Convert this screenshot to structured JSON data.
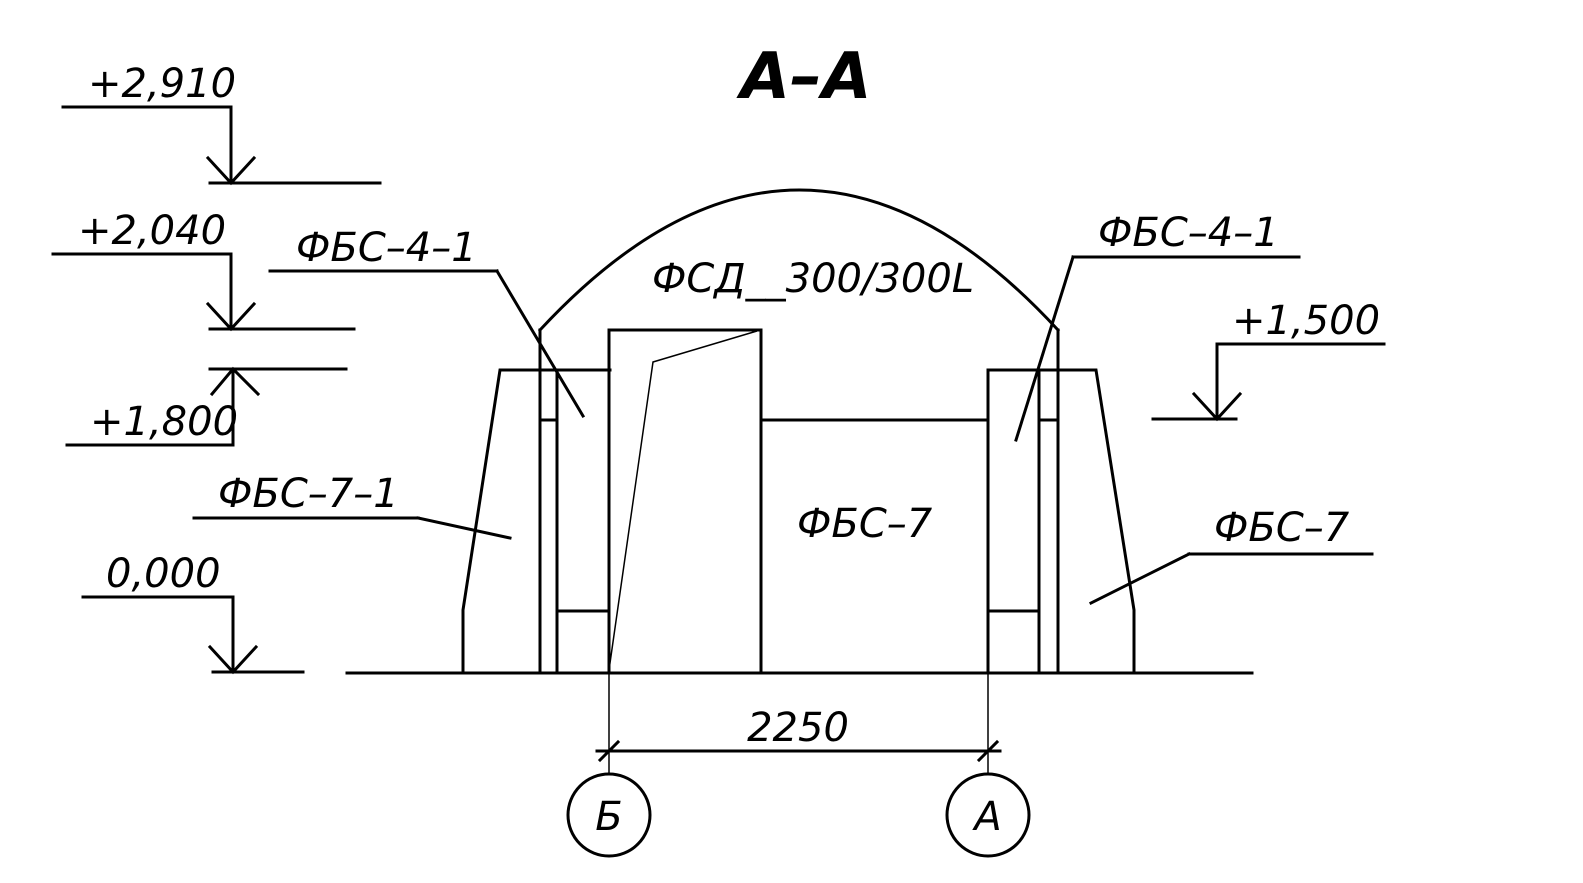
{
  "title": "А–А",
  "elevations": {
    "e2910": "+2,910",
    "e2040": "+2,040",
    "e1800": "+1,800",
    "e0000": "0,000",
    "e1500": "+1,500"
  },
  "labels": {
    "fbs41_left": "ФБС–4–1",
    "fbs41_right": "ФБС–4–1",
    "fsd": "ФСД__300/300L",
    "fbs71": "ФБС–7–1",
    "fbs7_center": "ФБС–7",
    "fbs7_right": "ФБС–7"
  },
  "dimension": {
    "value": "2250"
  },
  "axes": {
    "left": "Б",
    "right": "А"
  }
}
